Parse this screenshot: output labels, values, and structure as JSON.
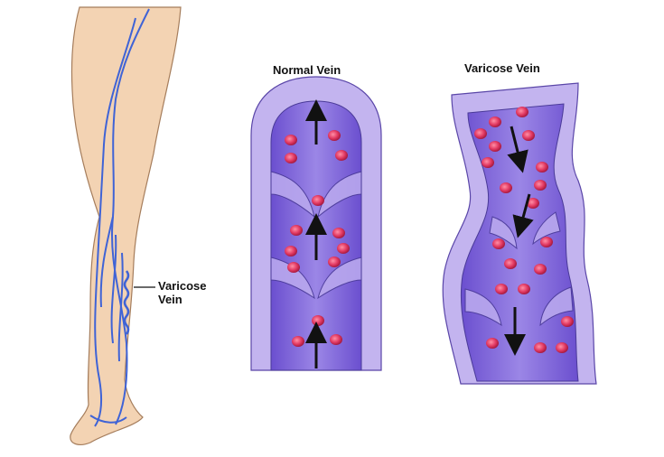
{
  "titles": {
    "normal_vein": "Normal Vein",
    "varicose_vein": "Varicose Vein"
  },
  "leg_callout": {
    "line1": "Varicose",
    "line2": "Vein"
  },
  "colors": {
    "skin": "#f3d3b3",
    "skin_outline": "#a57d5c",
    "vein_blue": "#3f63d6",
    "vein_wall": "#c3b4ef",
    "vein_lumen": "#7d62d6",
    "blood_cell": "#e23a63",
    "arrow": "#111111"
  }
}
